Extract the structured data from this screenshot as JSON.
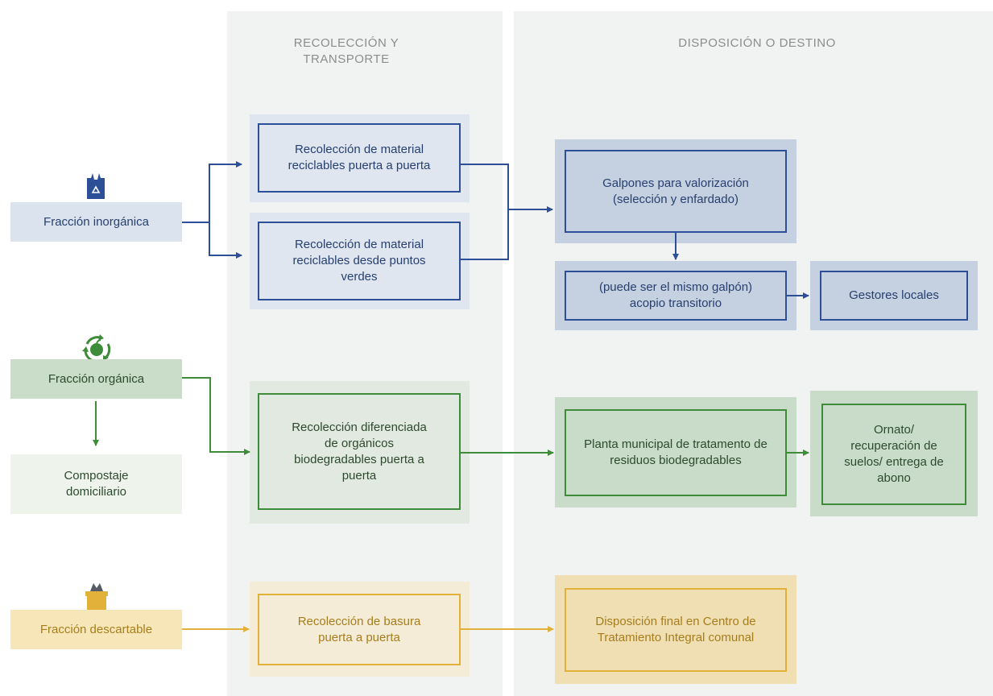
{
  "columns": {
    "collection_title": "RECOLECCIÓN Y\nTRANSPORTE",
    "destination_title": "DISPOSICIÓN O DESTINO"
  },
  "inorganic": {
    "label": "Fracción inorgánica",
    "icon": "recycle-bag-icon",
    "door_to_door": "Recolección de material reciclables puerta a puerta",
    "green_points": "Recolección de material reciclables desde puntos verdes",
    "sheds": "Galpones para valorización (selección y enfardado)",
    "transit": "(puede ser el mismo galpón) acopio transitorio",
    "local_managers": "Gestores locales"
  },
  "organic": {
    "label": "Fracción orgánica",
    "icon": "apple-recycle-icon",
    "home_compost": "Compostaje domiciliario",
    "collection": "Recolección diferenciada de orgánicos biodegradables puerta a puerta",
    "plant": "Planta municipal de tratamento de residuos biodegradables",
    "ornato": "Ornato/ recuperación de suelos/ entrega de abono"
  },
  "discard": {
    "label": "Fracción descartable",
    "icon": "trash-bin-icon",
    "collection": "Recolección de basura puerta a puerta",
    "final": "Disposición final en Centro de Tratamiento Integral comunal"
  },
  "colors": {
    "blue": "#2d4f98",
    "green": "#3e8c3a",
    "yellow": "#e1b13a"
  }
}
